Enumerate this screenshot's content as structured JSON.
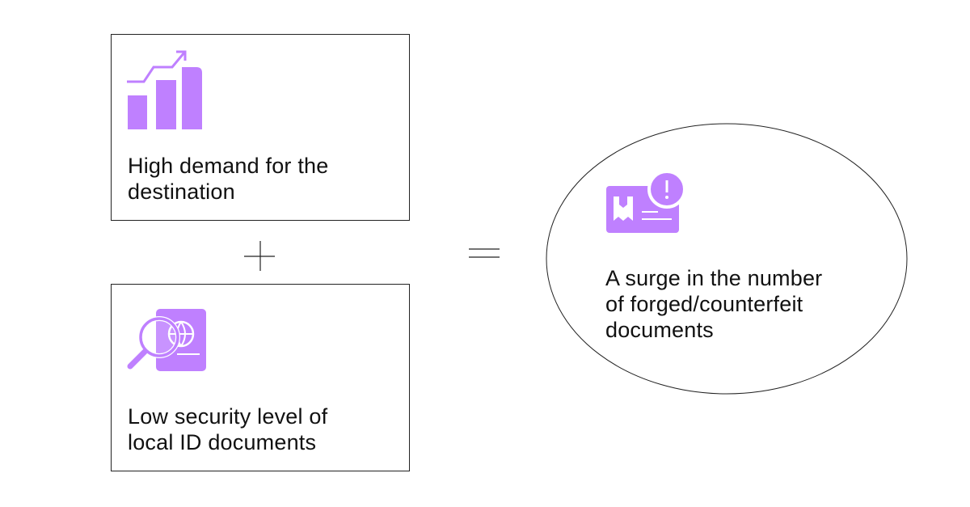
{
  "colors": {
    "accent": "#BF80FF",
    "stroke": "#222222"
  },
  "inputs": [
    {
      "icon": "growth-chart-icon",
      "text_lines": [
        "High demand for the",
        "destination"
      ]
    },
    {
      "icon": "passport-inspect-icon",
      "text_lines": [
        "Low security level of",
        "local ID documents"
      ]
    }
  ],
  "operators": {
    "plus": "+",
    "equals": "="
  },
  "result": {
    "icon": "id-card-alert-icon",
    "text_lines": [
      "A surge in the number",
      "of forged/counterfeit",
      "documents"
    ]
  }
}
